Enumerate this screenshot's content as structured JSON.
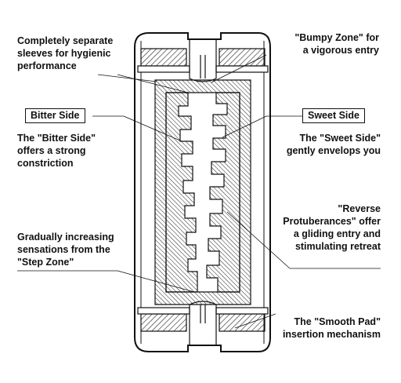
{
  "labels": {
    "sleeves": "Completely separate\nsleeves for hygienic\nperformance",
    "bumpy": "\"Bumpy Zone\" for\na vigorous entry",
    "bitter_tag": "Bitter Side",
    "sweet_tag": "Sweet Side",
    "bitter_desc": "The \"Bitter Side\"\noffers a strong\nconstriction",
    "sweet_desc": "The \"Sweet Side\"\ngently envelops you",
    "reverse": "\"Reverse\nProtuberances\" offer\na gliding entry and\nstimulating retreat",
    "step": "Gradually increasing\nsensations from the\n\"Step Zone\"",
    "smooth": "The \"Smooth Pad\"\ninsertion mechanism"
  }
}
